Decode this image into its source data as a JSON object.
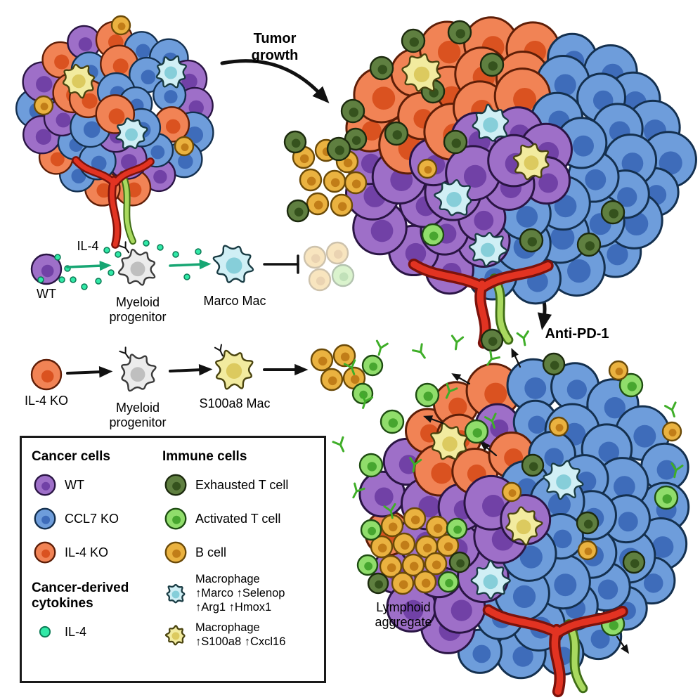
{
  "palette": {
    "wt": {
      "fill": "#9e6fc8",
      "nucleus": "#7141a6",
      "stroke": "#2a1544"
    },
    "ccl7ko": {
      "fill": "#6e9ddb",
      "nucleus": "#3e6cba",
      "stroke": "#14304f"
    },
    "il4ko": {
      "fill": "#f18355",
      "nucleus": "#da5220",
      "stroke": "#5e1e07"
    },
    "exhausted_t": {
      "fill": "#5f7f40",
      "nucleus": "#35521d",
      "stroke": "#1c2a0e"
    },
    "activated_t": {
      "fill": "#90dd6b",
      "nucleus": "#47a62f",
      "stroke": "#1e4d12"
    },
    "b_cell": {
      "fill": "#eab240",
      "nucleus": "#c17d18",
      "stroke": "#6b4a08"
    },
    "macrophage_marco": {
      "fill": "#d0eff5",
      "nucleus": "#86ced9",
      "stroke": "#1a3c44"
    },
    "macrophage_s100a8": {
      "fill": "#f2eb9f",
      "nucleus": "#dcca5f",
      "stroke": "#4a4410"
    },
    "myeloid_progenitor": {
      "fill": "#ececec",
      "nucleus": "#bfbfbf",
      "stroke": "#3c3c3c"
    },
    "il4_cytokine": {
      "fill": "#31e9a7",
      "stroke": "#0c7a55"
    },
    "antibody": "#3fae28",
    "vessel_red": "#e23322",
    "vessel_dark": "#7c120b",
    "vessel_green": "#a9d95f",
    "vessel_green_dark": "#3f6d16",
    "arrow_green": "#17a673",
    "ink": "#111111"
  },
  "annotations": {
    "tumor_growth_line1": "Tumor",
    "tumor_growth_line2": "growth",
    "anti_pd1": "Anti-PD-1",
    "lymphoid_aggregate_line1": "Lymphoid",
    "lymphoid_aggregate_line2": "aggregate"
  },
  "pathway_marco": {
    "source": "WT",
    "cytokine": "IL-4",
    "progenitor_line1": "Myeloid",
    "progenitor_line2": "progenitor",
    "product": "Marco Mac"
  },
  "pathway_s100a8": {
    "source": "IL-4 KO",
    "progenitor_line1": "Myeloid",
    "progenitor_line2": "progenitor",
    "product": "S100a8 Mac"
  },
  "legend": {
    "cancer_header": "Cancer cells",
    "items_cancer": [
      {
        "label": "WT"
      },
      {
        "label": "CCL7 KO"
      },
      {
        "label": "IL-4 KO"
      }
    ],
    "cytokines_header_line1": "Cancer-derived",
    "cytokines_header_line2": "cytokines",
    "items_cytokines": [
      {
        "label": "IL-4"
      }
    ],
    "immune_header": "Immune cells",
    "items_immune": [
      {
        "label": "Exhausted T cell"
      },
      {
        "label": "Activated T cell"
      },
      {
        "label": "B cell"
      }
    ],
    "mac_marco": {
      "line1": "Macrophage",
      "line2": "↑Marco ↑Selenop",
      "line3": "↑Arg1 ↑Hmox1"
    },
    "mac_s100a8": {
      "line1": "Macrophage",
      "line2": "↑S100a8 ↑Cxcl16"
    }
  }
}
